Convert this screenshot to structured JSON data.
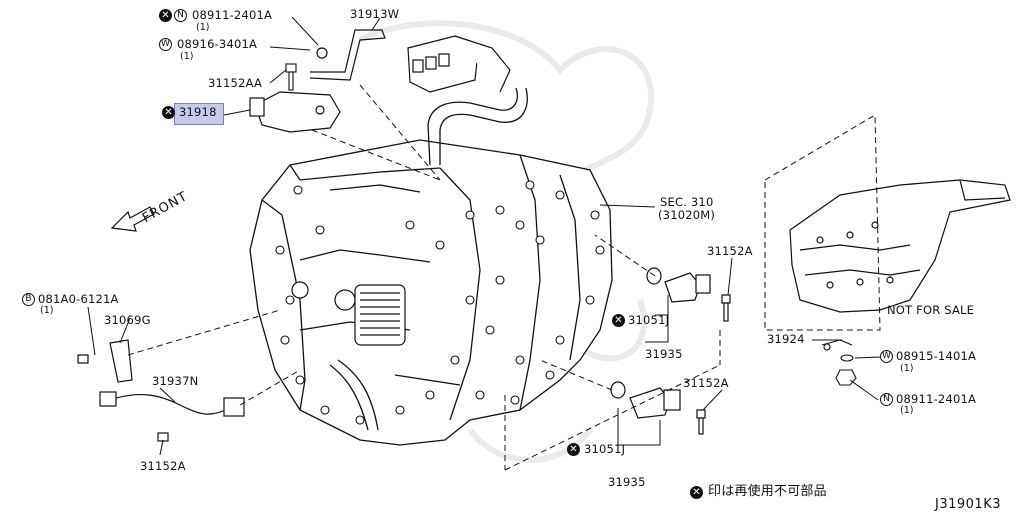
{
  "diagram_code": "J31901K3",
  "legend_text": "印は再使用不可部品",
  "front_label": "FRONT",
  "not_for_sale": "NOT FOR SALE",
  "highlight_color": "#c7c9ea",
  "parts": {
    "p08911_top": {
      "code": "08911-2401A",
      "qty": "(1)",
      "mark": "N",
      "reuse_x": true
    },
    "p08916": {
      "code": "08916-3401A",
      "qty": "(1)",
      "mark": "W"
    },
    "p31913w": {
      "code": "31913W"
    },
    "p31152aa": {
      "code": "31152AA"
    },
    "p31918": {
      "code": "31918",
      "reuse_x": true,
      "highlighted": true
    },
    "sec310": {
      "code": "SEC. 310",
      "sub": "(31020M)"
    },
    "p31152a_r": {
      "code": "31152A"
    },
    "p31051j_1": {
      "code": "31051J",
      "reuse_x": true
    },
    "p31935_1": {
      "code": "31935"
    },
    "p081a0": {
      "code": "081A0-6121A",
      "qty": "(1)",
      "mark": "B"
    },
    "p31069g": {
      "code": "31069G"
    },
    "p31937n": {
      "code": "31937N"
    },
    "p31152a_bl": {
      "code": "31152A"
    },
    "p31152a_br": {
      "code": "31152A"
    },
    "p31051j_2": {
      "code": "31051J",
      "reuse_x": true
    },
    "p31935_2": {
      "code": "31935"
    },
    "p31924": {
      "code": "31924"
    },
    "p08915": {
      "code": "08915-1401A",
      "qty": "(1)",
      "mark": "W"
    },
    "p08911_r": {
      "code": "08911-2401A",
      "qty": "(1)",
      "mark": "N"
    }
  },
  "marks": {
    "x": "✕"
  }
}
